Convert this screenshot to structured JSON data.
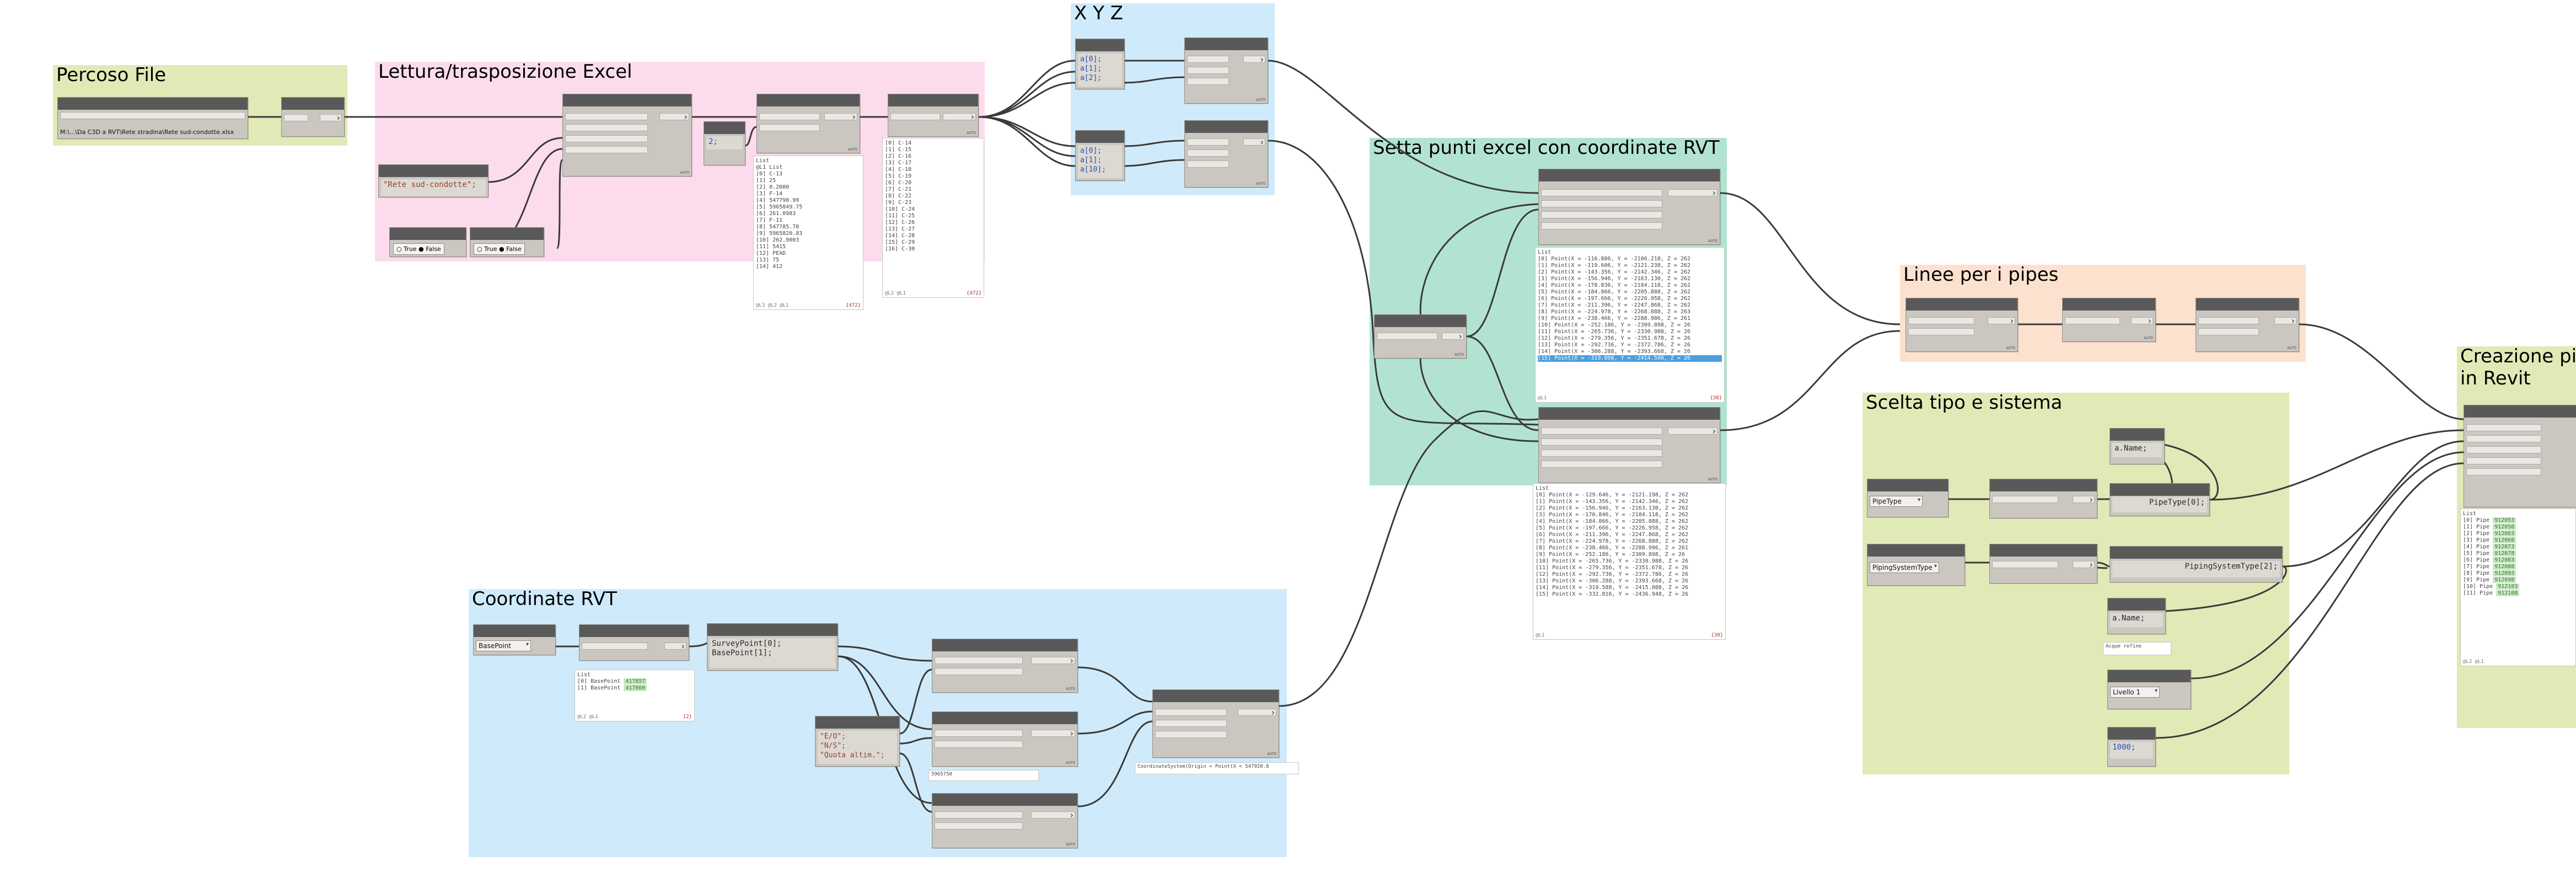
{
  "groups": {
    "percorso_file": {
      "title": "Percoso File",
      "color": "#e1e9b7"
    },
    "lettura": {
      "title": "Lettura/trasposizione Excel",
      "color": "#fcdcec"
    },
    "xyz": {
      "title": "X Y Z",
      "color": "#cfebfb"
    },
    "setta": {
      "title": "Setta punti excel con coordinate RVT",
      "color": "#b2e3d1"
    },
    "coordinate": {
      "title": "Coordinate RVT",
      "color": "#cfebfb"
    },
    "linee": {
      "title": "Linee per i pipes",
      "color": "#fbe1ce"
    },
    "scelta": {
      "title": "Scelta tipo e sistema",
      "color": "#e1e9b7"
    },
    "creazione": {
      "title": "Creazione pipes in Revit",
      "color": "#e1e9b7"
    }
  },
  "file_path": "M:\\...\\Da C3D a RVT\\Rete stradina\\Rete sud-condotte.xlsx",
  "code_blocks": {
    "sheet_name": "\"Rete sud-condotte\";",
    "index_two": "2;",
    "xyz_a": [
      "a[0];",
      "a[1];",
      "a[2];"
    ],
    "xyz_b": [
      "a[0];",
      "a[1];",
      "a[10];"
    ],
    "survey": [
      "SurveyPoint[0];",
      "BasePoint[1];"
    ],
    "params": [
      "\"E/O\";",
      "\"N/S\";",
      "\"Quota altim.\";"
    ],
    "pipetype_index": "PipeType[0];",
    "pipesys_index": "PipingSystemType[2];",
    "name1": "a.Name;",
    "name2": "a.Name;",
    "thousand": "1000;"
  },
  "booleans": {
    "true_label": "True",
    "false_label": "False"
  },
  "dropdowns": {
    "basepoint": "BasePoint",
    "pipetype": "PipeType",
    "pipingsystemtype": "PipingSystemType",
    "livello": "Livello 1"
  },
  "watch_values": {
    "survey_value": "5965750",
    "coordsys": "CoordinateSystem(Origin = Point(X = 547920.8",
    "acque": "Acque refine"
  },
  "previews": {
    "list_label": "List",
    "lettura_a": {
      "lines": [
        "@L1 List",
        "  [0] C-13",
        "  [1] 25",
        "  [2] 0.2000",
        "  [3] F-14",
        "  [4] 547790.99",
        "  [5] 5965849.75",
        "  [6] 261.0983",
        "  [7] F-11",
        "  [8] 547785.70",
        "  [9] 5965820.83",
        "  [10] 262.9003",
        "  [11] 5415",
        "  [12] PEAD",
        "  [13] 75",
        "  [14] 412"
      ],
      "foot": "@L3 @L2 @L1",
      "count": "{472}"
    },
    "lettura_b": {
      "lines": [
        "[0] C-14",
        "[1] C-15",
        "[2] C-16",
        "[3] C-17",
        "[4] C-18",
        "[5] C-19",
        "[6] C-20",
        "[7] C-21",
        "[8] C-22",
        "[9] C-23",
        "[10] C-24",
        "[11] C-25",
        "[12] C-26",
        "[13] C-27",
        "[14] C-28",
        "[15] C-29",
        "[16] C-30"
      ],
      "foot": "@L2 @L1",
      "count": "{472}"
    },
    "setta_a": {
      "lines": [
        "[0] Point(X = -116.886, Y = -2106.218, Z = 262",
        "[1] Point(X = -119.606, Y = -2121.238, Z = 262",
        "[2] Point(X = -143.356, Y = -2142.346, Z = 262",
        "[3] Point(X = -156.946, Y = -2163.130, Z = 262",
        "[4] Point(X = -178.836, Y = -2184.118, Z = 262",
        "[5] Point(X = -184.866, Y = -2205.888, Z = 262",
        "[6] Point(X = -197.666, Y = -2226.958, Z = 262",
        "[7] Point(X = -211.396, Y = -2247.868, Z = 262",
        "[8] Point(X = -224.978, Y = -2268.888, Z = 263",
        "[9] Point(X = -238.466, Y = -2288.986, Z = 261",
        "[10] Point(X = -252.186, Y = -2309.898, Z = 26",
        "[11] Point(X = -265.736, Y = -2330.988, Z = 26",
        "[12] Point(X = -279.356, Y = -2351.678, Z = 26",
        "[13] Point(X = -292.736, Y = -2372.786, Z = 26",
        "[14] Point(X = -306.288, Y = -2393.668, Z = 26"
      ],
      "selected": "[15] Point(X = -319.808, Y = -2414.508, Z = 26",
      "foot": "@L1",
      "count": "{38}"
    },
    "setta_b": {
      "lines": [
        "[0] Point(X = -129.646, Y = -2121.198, Z = 262",
        "[1] Point(X = -143.356, Y = -2142.346, Z = 262",
        "[2] Point(X = -156.946, Y = -2163.130, Z = 262",
        "[3] Point(X = -170.846, Y = -2184.118, Z = 262",
        "[4] Point(X = -184.866, Y = -2205.888, Z = 262",
        "[5] Point(X = -197.666, Y = -2226.958, Z = 262",
        "[6] Point(X = -211.396, Y = -2247.868, Z = 262",
        "[7] Point(X = -224.978, Y = -2268.888, Z = 262",
        "[8] Point(X = -238.466, Y = -2288.996, Z = 261",
        "[9] Point(X = -252.186, Y = -2309.898, Z = 26",
        "[10] Point(X = -265.736, Y = -2330.988, Z = 26",
        "[11] Point(X = -279.356, Y = -2351.678, Z = 26",
        "[12] Point(X = -292.736, Y = -2372.786, Z = 26",
        "[13] Point(X = -306.288, Y = -2393.668, Z = 26",
        "[14] Point(X = -319.588, Y = -2415.088, Z = 26",
        "[15] Point(X = -332.816, Y = -2436.948, Z = 26"
      ],
      "foot": "@L1",
      "count": "{38}"
    },
    "basepoint": {
      "lines": [
        "[0] BasePoint",
        "[1] BasePoint"
      ],
      "badges": [
        "417857",
        "417860"
      ],
      "foot": "@L2 @L1",
      "count": "{2}"
    },
    "pipes": {
      "lines": [
        "[0] Pipe",
        "[1] Pipe",
        "[2] Pipe",
        "[3] Pipe",
        "[4] Pipe",
        "[5] Pipe",
        "[6] Pipe",
        "[7] Pipe",
        "[8] Pipe",
        "[9] Pipe",
        "[10] Pipe",
        "[11] Pipe"
      ],
      "badges": [
        "912053",
        "912058",
        "912063",
        "912068",
        "912073",
        "912078",
        "912083",
        "912088",
        "912093",
        "912098",
        "912103",
        "912108"
      ],
      "foot": "@L2 @L1"
    }
  }
}
